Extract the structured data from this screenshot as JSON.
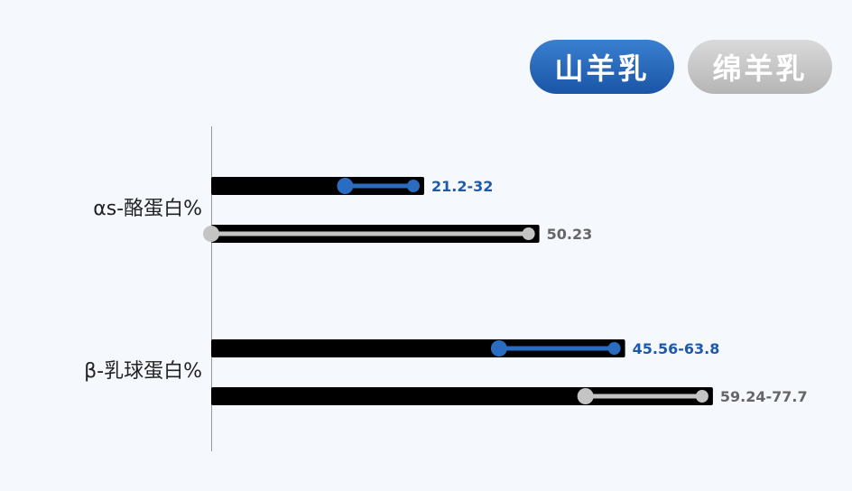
{
  "legend": {
    "goat": "山羊乳",
    "sheep": "绵羊乳"
  },
  "colors": {
    "goat": "#2a6cc0",
    "goat_text": "#1f5aa8",
    "sheep": "#c4c4c4",
    "sheep_text": "#666666",
    "track": "#000000"
  },
  "chart_data": {
    "type": "range-bar",
    "orientation": "horizontal",
    "categories": [
      "αs-酪蛋白%",
      "β-乳球蛋白%"
    ],
    "series": [
      {
        "name": "山羊乳",
        "ranges": [
          [
            21.2,
            32
          ],
          [
            45.56,
            63.8
          ]
        ],
        "labels": [
          "21.2-32",
          "45.56-63.8"
        ]
      },
      {
        "name": "绵羊乳",
        "ranges": [
          [
            0,
            50.23
          ],
          [
            59.24,
            77.7
          ]
        ],
        "labels": [
          "50.23",
          "59.24-77.7"
        ]
      }
    ],
    "grid": false
  }
}
